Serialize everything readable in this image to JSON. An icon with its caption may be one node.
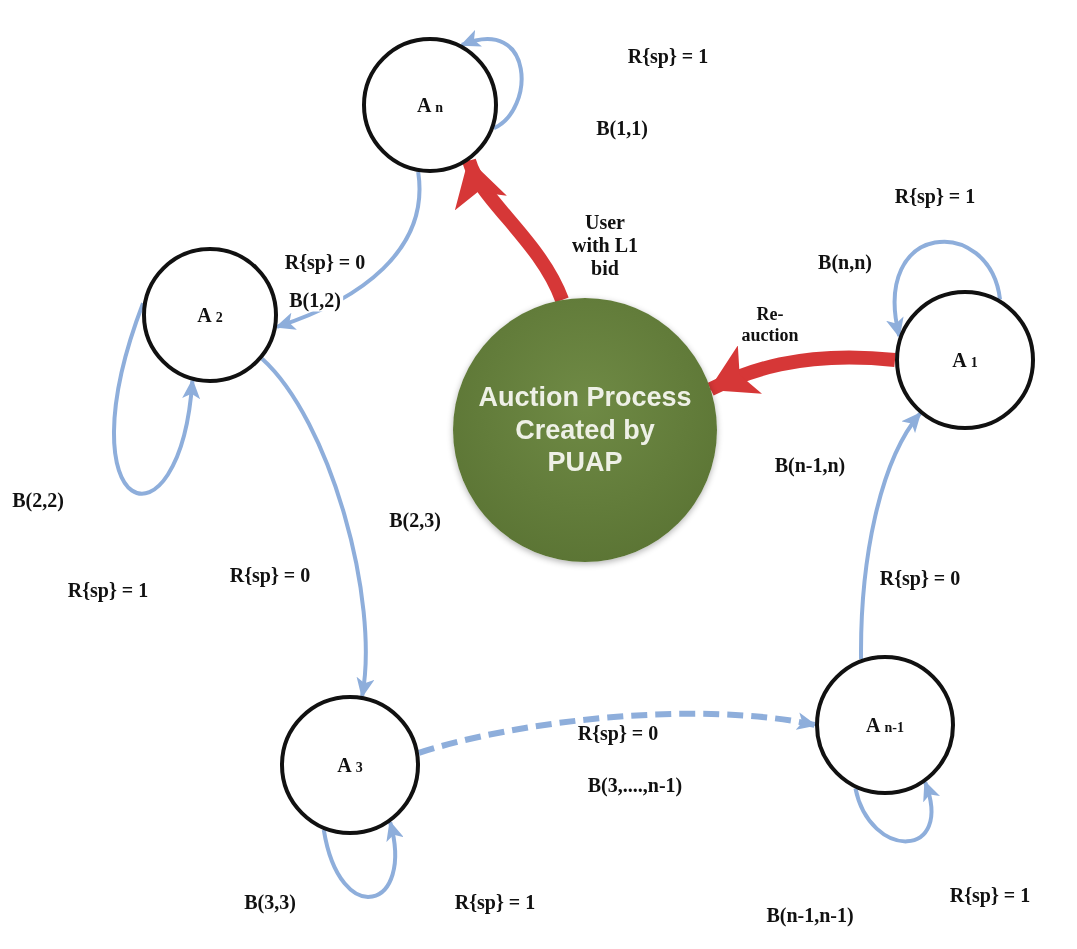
{
  "diagram": {
    "nodes": [
      {
        "text": [
          "A$_{n}$"
        ]
      },
      {
        "text": [
          "A$_{1}$"
        ]
      },
      {
        "text": [
          "A$_{2}$"
        ]
      },
      {
        "text": [
          "A$_{3}$"
        ]
      },
      {
        "text": [
          "A$_{n-1}$"
        ]
      },
      {
        "text": [
          "Auction Process Created by PUAP"
        ]
      }
    ],
    "edges": [
      {
        "from": 0,
        "to": 0,
        "arrow": "to",
        "label": "B(1,1)"
      },
      {
        "from": 0,
        "to": 2,
        "arrow": "to",
        "label": "B(1,2)"
      },
      {
        "from": 2,
        "to": 2,
        "arrow": "to",
        "label": "B(2,2)"
      },
      {
        "from": 2,
        "to": 3,
        "arrow": "to",
        "label": "B(2,3)"
      },
      {
        "from": 3,
        "to": 3,
        "arrow": "to",
        "label": "B(3,3)"
      },
      {
        "from": 3,
        "to": 4,
        "arrow": "to",
        "label": "B(3,....,n-1)",
        "style": "dashed"
      },
      {
        "from": 4,
        "to": 4,
        "arrow": "to",
        "label": "B(n-1,n-1)"
      },
      {
        "from": 4,
        "to": 1,
        "arrow": "to",
        "label": "B(n-1,n)"
      },
      {
        "from": 1,
        "to": 1,
        "arrow": "to",
        "label": "B(n,n)"
      },
      {
        "from": 5,
        "to": 0,
        "arrow": "to",
        "label": "User with L1 bid",
        "style": "thick",
        "color": "#d01515"
      },
      {
        "from": 1,
        "to": 5,
        "arrow": "to",
        "label": "Re- auction",
        "style": "thick",
        "color": "#d01515"
      }
    ],
    "labels": [
      "R{sp} = 1",
      "R{sp} = 1",
      "R{sp} = 0",
      "R{sp} = 0",
      "R{sp} = 1",
      "R{sp} = 0",
      "R{sp} = 0",
      "R{sp} = 1",
      "R{sp} = 1"
    ]
  }
}
